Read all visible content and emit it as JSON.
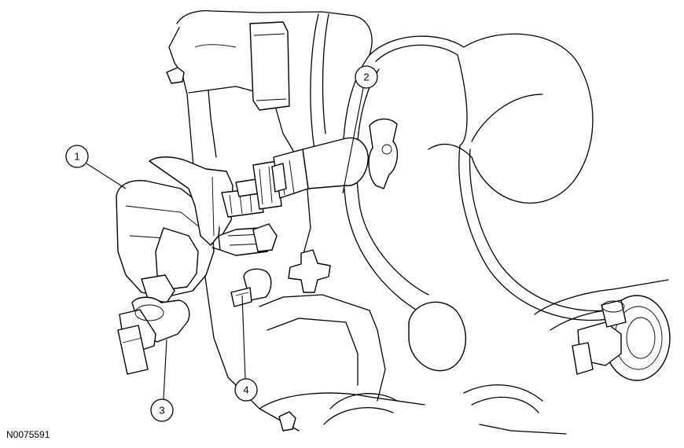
{
  "figure": {
    "id": "N0075591",
    "callouts": [
      {
        "number": "1"
      },
      {
        "number": "2"
      },
      {
        "number": "3"
      },
      {
        "number": "4"
      }
    ]
  }
}
